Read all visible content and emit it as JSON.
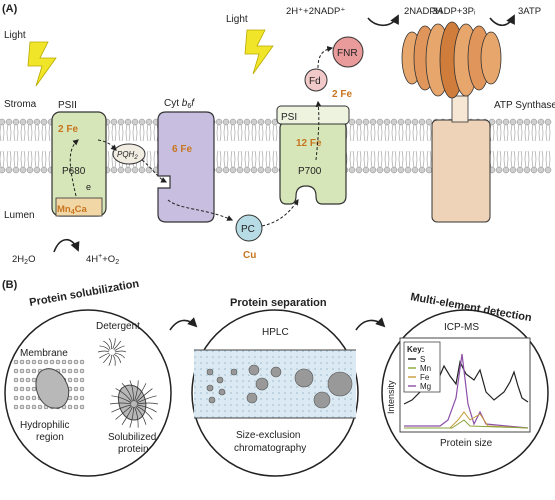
{
  "panel_a": {
    "label": "(A)",
    "light_left": "Light",
    "light_right": "Light",
    "stroma": "Stroma",
    "lumen": "Lumen",
    "psii": {
      "name": "PSII",
      "metal": "2 Fe",
      "center": "P680",
      "electron": "e",
      "cluster": "Mn4Ca"
    },
    "pq": "PQH2",
    "cyt": {
      "name": "Cyt b6f",
      "metal": "6 Fe"
    },
    "pc": {
      "name": "PC",
      "metal": "Cu"
    },
    "psi": {
      "name": "PSI",
      "metal": "12 Fe",
      "center": "P700",
      "fd": "Fd",
      "fd_metal": "2 Fe"
    },
    "fnr": "FNR",
    "reaction_nadp_in": "2H⁺+2NADP⁺",
    "reaction_nadp_out": "2NADPH",
    "reaction_atp_in": "3ADP+3Pᵢ",
    "reaction_atp_out": "3ATP",
    "atp_synthase": "ATP Synthase",
    "water_in": "2H₂O",
    "water_out": "4H⁺+O₂"
  },
  "panel_b": {
    "label": "(B)",
    "step1": {
      "title": "Protein solubilization",
      "detergent": "Detergent",
      "membrane": "Membrane",
      "hydrophilic_line1": "Hydrophilic",
      "hydrophilic_line2": "region",
      "solubilized_line1": "Solubilized",
      "solubilized_line2": "protein"
    },
    "step2": {
      "title": "Protein separation",
      "method": "HPLC",
      "caption_line1": "Size-exclusion",
      "caption_line2": "chromatography"
    },
    "step3": {
      "title": "Multi-element detection",
      "method": "ICP-MS",
      "key_title": "Key:",
      "key": [
        {
          "label": "S",
          "color": "#222222"
        },
        {
          "label": "Mn",
          "color": "#8aa33a"
        },
        {
          "label": "Fe",
          "color": "#c89a3a"
        },
        {
          "label": "Mg",
          "color": "#8c4fa8"
        }
      ],
      "y_label": "Intensity",
      "x_label": "Protein size"
    }
  },
  "colors": {
    "psii_fill": "#d7e6b8",
    "cyt_fill": "#c8bfe0",
    "pc_fill": "#b7dce6",
    "psi_fill": "#d7e6b8",
    "fd_fill": "#f2c9c9",
    "fnr_fill": "#e99a9a",
    "atp_head": "#e0955a",
    "atp_stalk": "#efd3b8",
    "column_fill": "#dbe9f2"
  }
}
